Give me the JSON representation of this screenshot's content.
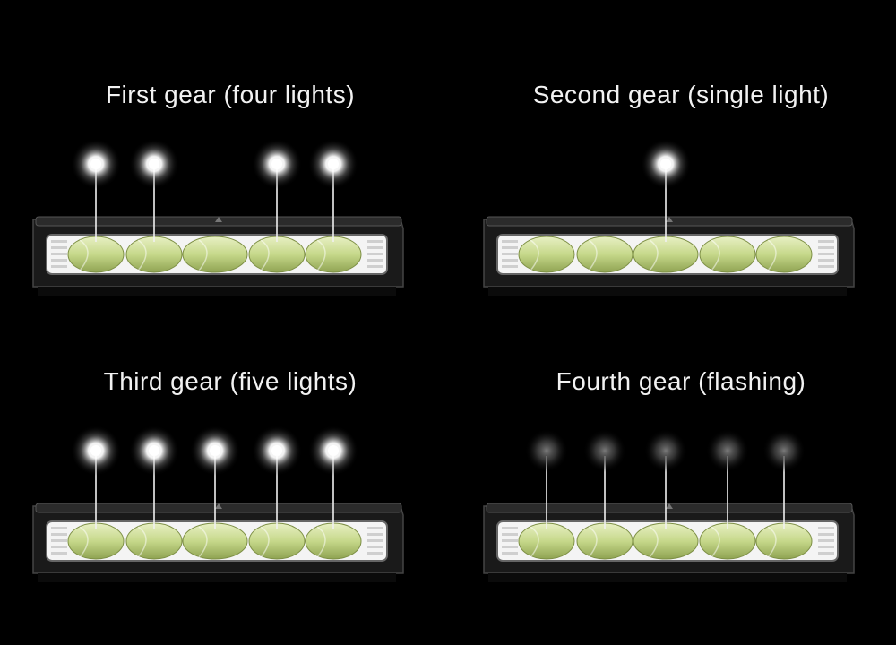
{
  "panels": [
    {
      "title": "First gear (four lights)",
      "mode": "on",
      "lights": [
        0,
        1,
        3,
        4
      ]
    },
    {
      "title": "Second gear (single light)",
      "mode": "on",
      "lights": [
        2
      ]
    },
    {
      "title": "Third gear (five lights)",
      "mode": "on",
      "lights": [
        0,
        1,
        2,
        3,
        4
      ]
    },
    {
      "title": "Fourth gear (flashing)",
      "mode": "dim",
      "lights": [
        0,
        1,
        2,
        3,
        4
      ]
    }
  ],
  "colors": {
    "background": "#000000",
    "text": "#f2f2f2",
    "lens": "#c6d88a",
    "housing": "#1a1a1a"
  }
}
